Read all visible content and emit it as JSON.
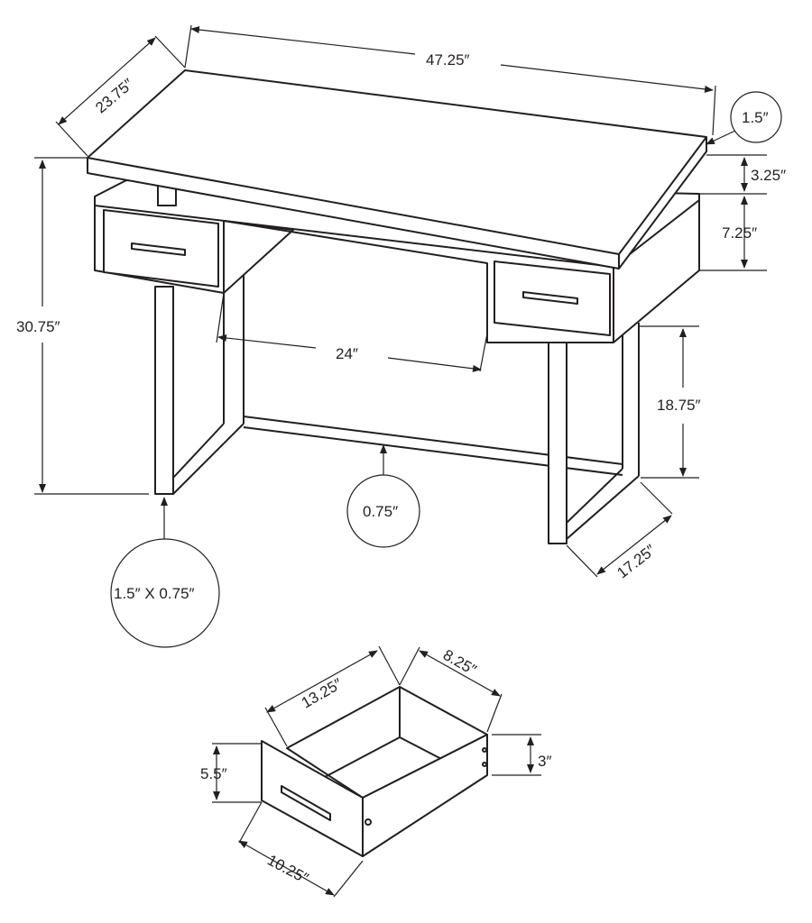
{
  "diagram": {
    "desk": {
      "width": "47.25″",
      "depth": "23.75″",
      "top_thickness": "1.5″",
      "top_gap": "3.25″",
      "drawer_box_height": "7.25″",
      "overall_height": "30.75″",
      "knee_width": "24″",
      "leg_clearance": "18.75″",
      "stretcher": "0.75″",
      "leg_depth": "17.25″",
      "leg_profile": "1.5″ X 0.75″"
    },
    "drawer": {
      "depth": "13.25″",
      "width_inner": "8.25″",
      "front_height": "5.5″",
      "side_height": "3″",
      "front_width": "10.25″"
    }
  }
}
